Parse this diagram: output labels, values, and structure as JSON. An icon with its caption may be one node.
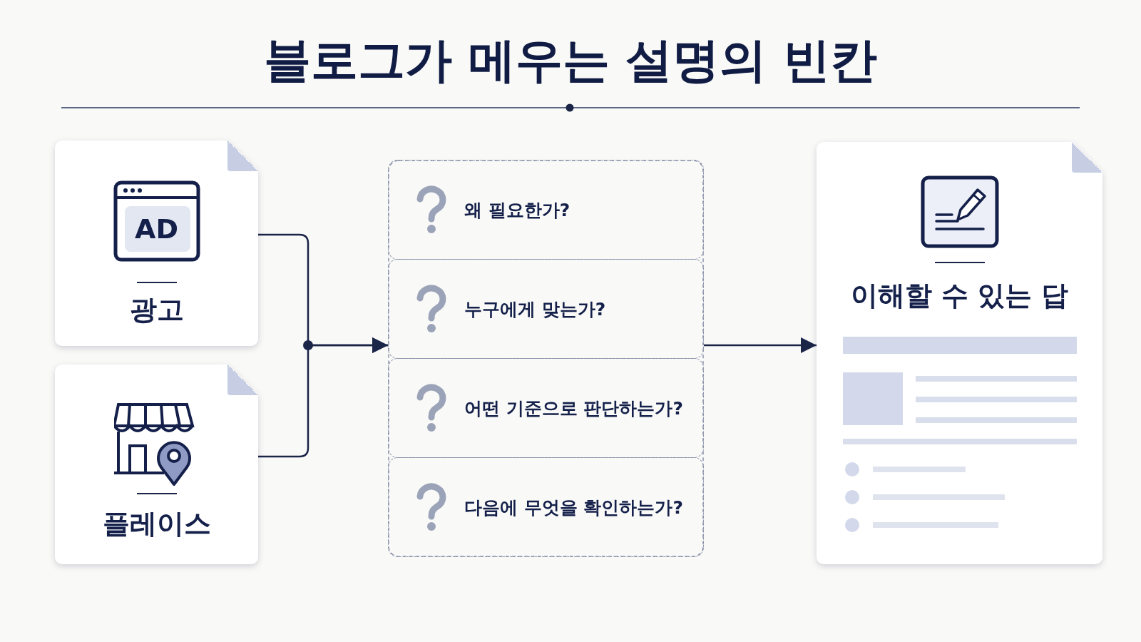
{
  "diagram": {
    "title": "블로그가 메우는 설명의 빈칸",
    "nodes": [
      {
        "text": [
          "광고"
        ]
      },
      {
        "text": [
          "플레이스"
        ]
      },
      {
        "text": [],
        "shape": "box"
      },
      {
        "text": [
          "왜 필요한가?"
        ],
        "in": 2
      },
      {
        "text": [
          "누구에게 맞는가?"
        ],
        "in": 2
      },
      {
        "text": [
          "어떤 기준으로 판단하는가?"
        ],
        "in": 2
      },
      {
        "text": [
          "다음에 무엇을 확인하는가?"
        ],
        "in": 2
      },
      {
        "text": [
          "이해할 수 있는 답"
        ]
      }
    ],
    "edges": [
      {
        "from": 0,
        "to": 2,
        "arrow": "to"
      },
      {
        "from": 1,
        "to": 2,
        "arrow": "to"
      },
      {
        "from": 2,
        "to": 7,
        "arrow": "to"
      }
    ],
    "labels": [
      "AD"
    ]
  }
}
